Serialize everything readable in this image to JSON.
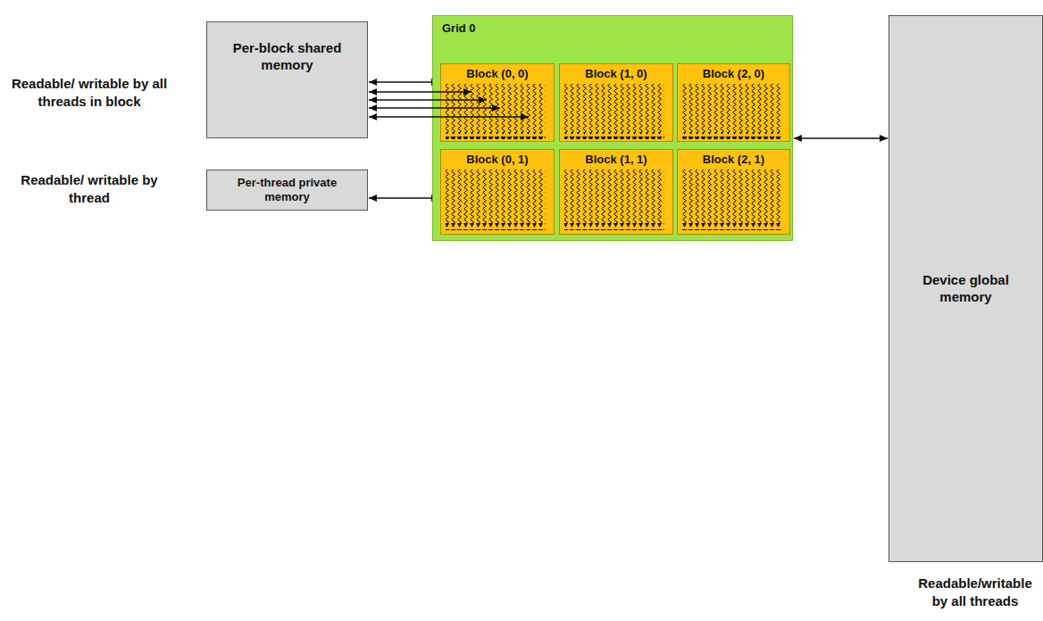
{
  "diagram": {
    "nodes": [
      {
        "text": [
          "Per-block shared memory"
        ]
      },
      {
        "text": [
          "Per-thread private memory"
        ]
      },
      {
        "text": [
          "Grid 0"
        ]
      },
      {
        "text": [
          "Block (0, 0)"
        ],
        "in": 2
      },
      {
        "text": [
          "Block (1, 0)"
        ],
        "in": 2
      },
      {
        "text": [
          "Block (2, 0)"
        ],
        "in": 2
      },
      {
        "text": [
          "Block (0, 1)"
        ],
        "in": 2
      },
      {
        "text": [
          "Block (1, 1)"
        ],
        "in": 2
      },
      {
        "text": [
          "Block (2, 1)"
        ],
        "in": 2
      },
      {
        "text": [
          "Device global memory"
        ]
      }
    ],
    "edges": [
      {
        "from": 0,
        "to": 3,
        "arrow": "both"
      },
      {
        "from": 1,
        "to": 6,
        "arrow": "both"
      },
      {
        "from": 2,
        "to": 9,
        "arrow": "both"
      }
    ],
    "labels": [
      "Readable/ writable by all threads in block",
      "Readable/ writable by thread",
      "Readable/writable by all threads"
    ]
  }
}
